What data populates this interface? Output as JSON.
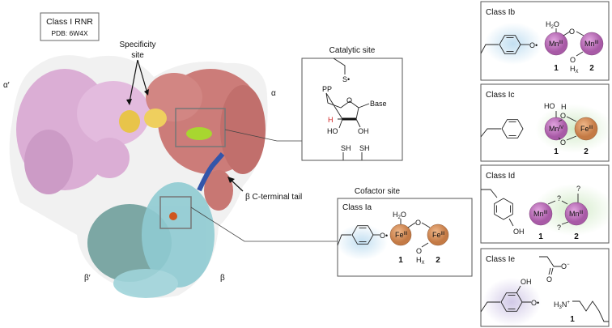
{
  "overview": {
    "title": "Class I RNR",
    "pdb": "PDB: 6W4X",
    "specificity": [
      "Specificity",
      "site"
    ],
    "alpha_prime": "α′",
    "alpha": "α",
    "beta_prime": "β′",
    "beta": "β",
    "tail": "β C-terminal tail"
  },
  "catalytic": {
    "title": "Catalytic site",
    "s_radical": "S•",
    "pp": "PP",
    "ring_o": "O",
    "base": "Base",
    "h": "H",
    "ho": "HO",
    "oh": "OH",
    "sh": [
      "SH",
      "SH"
    ]
  },
  "cofactor": {
    "title": "Cofactor site"
  },
  "classes": {
    "ia": {
      "label": "Class Ia",
      "o_rad": "O•",
      "h2o": [
        "H",
        "2",
        "O"
      ],
      "bridge": "O",
      "ohx": [
        "O",
        "H",
        "X"
      ],
      "m1": [
        "Fe",
        "III"
      ],
      "m2": [
        "Fe",
        "III"
      ],
      "n1": "1",
      "n2": "2"
    },
    "ib": {
      "label": "Class Ib",
      "o_rad": "O•",
      "h2o": [
        "H",
        "2",
        "O"
      ],
      "bridge": "O",
      "ohx": [
        "O",
        "H",
        "X"
      ],
      "m1": [
        "Mn",
        "III"
      ],
      "m2": [
        "Mn",
        "III"
      ],
      "n1": "1",
      "n2": "2"
    },
    "ic": {
      "label": "Class Ic",
      "ho": "HO",
      "h": "H",
      "o1": "O",
      "o2": "O",
      "m1": [
        "Mn",
        "IV"
      ],
      "m2": [
        "Fe",
        "III"
      ],
      "n1": "1",
      "n2": "2"
    },
    "id": {
      "label": "Class Id",
      "oh": "OH",
      "q": [
        "?",
        "?",
        "?"
      ],
      "m1": [
        "Mn",
        "III"
      ],
      "m2": [
        "Mn",
        "III"
      ],
      "n1": "1",
      "n2": "2"
    },
    "ie": {
      "label": "Class Ie",
      "oh": "OH",
      "o_rad": "O•",
      "carbox_o": "O",
      "carbox_om": [
        "O",
        "−"
      ],
      "amine": [
        "H",
        "3",
        "N",
        "+"
      ],
      "n1": "1"
    }
  },
  "colors": {
    "fe": "#d4915c",
    "mn": "#c57fc4",
    "alpha": "#c9736f",
    "alpha_prime": "#d9a7d2",
    "beta": "#8fcbd2",
    "beta_prime": "#6f9e9b",
    "spec": "#e8c44a",
    "cat": "#a8d630",
    "tail": "#3355aa",
    "h_red": "#d02020"
  }
}
